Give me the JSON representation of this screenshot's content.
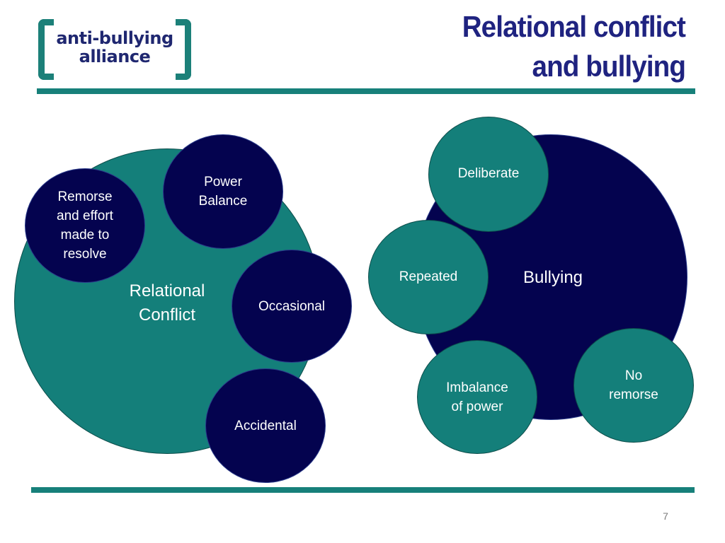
{
  "logo": {
    "line1": "anti-bullying",
    "line2": "alliance"
  },
  "title": {
    "line1": "Relational conflict",
    "line2": "and bullying"
  },
  "colors": {
    "teal": "#147f7a",
    "navy": "#04034f",
    "title": "#1f2380"
  },
  "relational_conflict": {
    "label": "Relational\nConflict",
    "traits": [
      "Power\nBalance",
      "Remorse\nand effort\nmade to\nresolve",
      "Occasional",
      "Accidental"
    ]
  },
  "bullying": {
    "label": "Bullying",
    "traits": [
      "Deliberate",
      "Repeated",
      "Imbalance\nof power",
      "No\nremorse"
    ]
  },
  "page_number": "7"
}
